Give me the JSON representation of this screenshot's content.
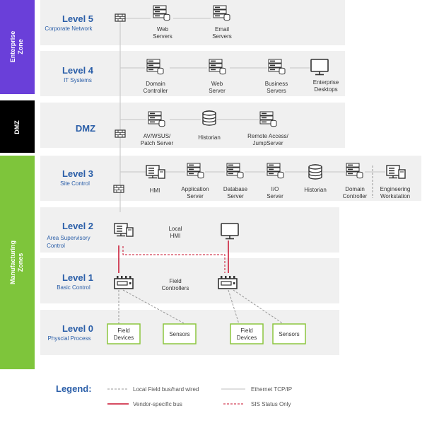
{
  "zones": {
    "enterprise": "Enterprise Zone",
    "dmz": "DMZ",
    "manufacturing": "Manufacturing Zones"
  },
  "levels": {
    "l5": {
      "title": "Level 5",
      "subtitle": "Corporate Network"
    },
    "l4": {
      "title": "Level 4",
      "subtitle": "IT Systems"
    },
    "dmz": {
      "title": "DMZ"
    },
    "l3": {
      "title": "Level 3",
      "subtitle": "Site Control"
    },
    "l2": {
      "title": "Level 2",
      "subtitle_1": "Area Supervisory",
      "subtitle_2": "Control"
    },
    "l1": {
      "title": "Level 1",
      "subtitle": "Basic Control"
    },
    "l0": {
      "title": "Level 0",
      "subtitle": "Physcial Process"
    }
  },
  "nodes": {
    "web_servers_l5": [
      "Web",
      "Servers"
    ],
    "email_servers": [
      "Email",
      "Servers"
    ],
    "domain_controller_l4": [
      "Domain",
      "Controller"
    ],
    "web_server_l4": [
      "Web",
      "Server"
    ],
    "business_servers": [
      "Business",
      "Servers"
    ],
    "enterprise_desktops": [
      "Enterprise",
      "Desktops"
    ],
    "av_wsus": [
      "AV/WSUS/",
      "Patch Server"
    ],
    "historian_dmz": [
      "Historian"
    ],
    "remote_access": [
      "Remote Access/",
      "JumpServer"
    ],
    "hmi_l3": [
      "HMI"
    ],
    "application_server": [
      "Application",
      "Server"
    ],
    "database_server": [
      "Database",
      "Server"
    ],
    "io_server": [
      "I/O",
      "Server"
    ],
    "historian_l3": [
      "Historian"
    ],
    "domain_controller_l3": [
      "Domain",
      "Controller"
    ],
    "engineering_workstation": [
      "Engineering",
      "Workstation"
    ],
    "local_hmi": [
      "Local",
      "HMI"
    ],
    "field_controllers": [
      "Field",
      "Controllers"
    ],
    "field_devices_left": [
      "Field",
      "Devices"
    ],
    "sensors_left": [
      "Sensors"
    ],
    "field_devices_right": [
      "Field",
      "Devices"
    ],
    "sensors_right": [
      "Sensors"
    ]
  },
  "legend": {
    "title": "Legend:",
    "items": [
      {
        "label": "Local Field bus/hard wired"
      },
      {
        "label": "Ethernet TCP/IP"
      },
      {
        "label": "Vendor-specific bus"
      },
      {
        "label": "SIS Status Only"
      }
    ]
  },
  "colors": {
    "enterprise_zone": "#6a3fd9",
    "dmz_zone": "#000000",
    "manufacturing_zone": "#7ec53b",
    "level_band": "#f0f0f0",
    "text_blue": "#2a5ea8",
    "vendor_bus": "#c8102e",
    "ethernet": "#cccccc",
    "field_device_border": "#8cc63f"
  }
}
